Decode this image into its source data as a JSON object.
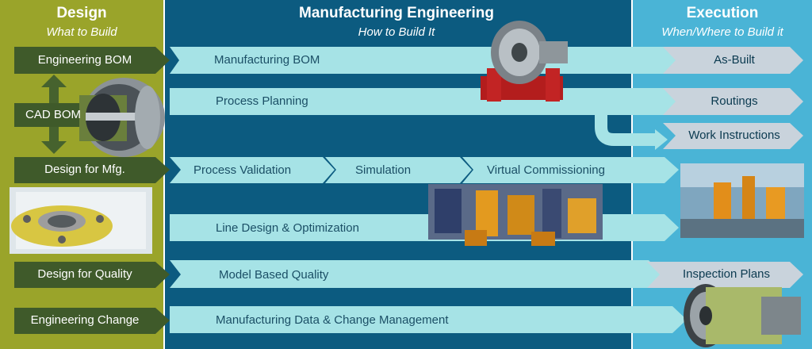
{
  "columns": {
    "design": {
      "title": "Design",
      "subtitle": "What to Build"
    },
    "manufacturing": {
      "title": "Manufacturing Engineering",
      "subtitle": "How to Build It"
    },
    "execution": {
      "title": "Execution",
      "subtitle": "When/Where to Build it"
    }
  },
  "design_items": {
    "engineering_bom": "Engineering BOM",
    "cad_bom": "CAD BOM",
    "design_for_mfg": "Design for Mfg.",
    "design_for_quality": "Design for Quality",
    "engineering_change": "Engineering Change"
  },
  "manufacturing_items": {
    "manufacturing_bom": "Manufacturing BOM",
    "process_planning": "Process Planning",
    "process_validation": "Process Validation",
    "simulation": "Simulation",
    "virtual_commissioning": "Virtual Commissioning",
    "line_design": "Line Design & Optimization",
    "model_based_quality": "Model Based Quality",
    "mfg_data_change": "Manufacturing Data & Change Management"
  },
  "execution_items": {
    "as_built": "As-Built",
    "routings": "Routings",
    "work_instructions": "Work Instructions",
    "inspection_plans": "Inspection Plans"
  },
  "colors": {
    "design_bg": "#9aa42a",
    "mfg_bg": "#0c5b80",
    "exec_bg": "#4ab4d6",
    "design_box": "#3f5a2a",
    "flow_arrow": "#a6e3e6",
    "exec_chevron": "#c9d3dc"
  }
}
